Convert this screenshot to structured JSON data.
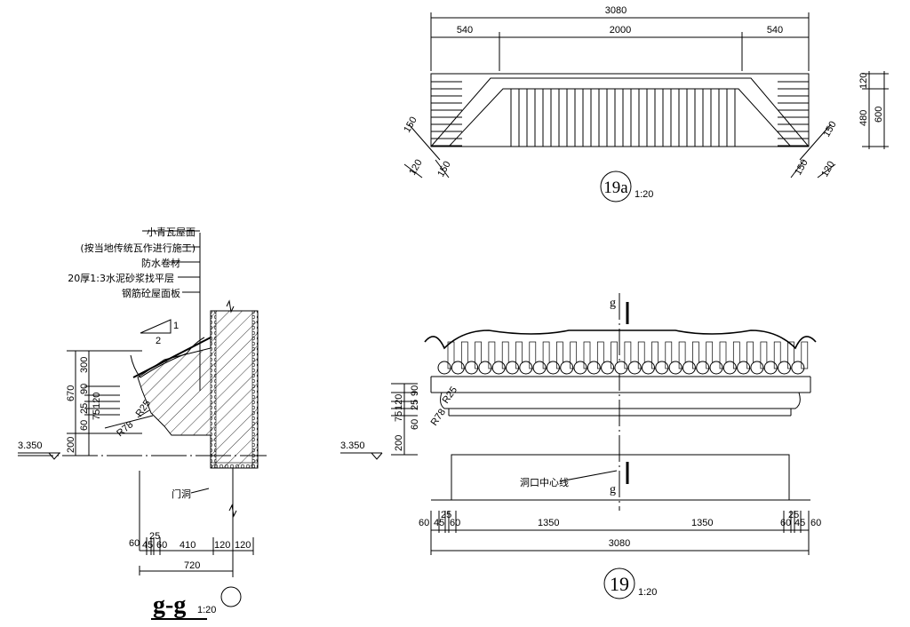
{
  "plan_19a": {
    "dims_top": {
      "overall": "3080",
      "left": "540",
      "middle": "2000",
      "right": "540"
    },
    "dims_right": {
      "top": "120",
      "middle": "480",
      "overall": "600"
    },
    "dims_corner": {
      "left_diag": "150",
      "left_small": "120",
      "left_bottom": "150",
      "right_diag": "150",
      "right_bottom": "150",
      "right_small": "120"
    },
    "label": "19a",
    "scale": "1:20"
  },
  "elevation_19": {
    "cut_mark": "g",
    "cut_mark_bottom": "g",
    "centerline_note": "洞口中心线",
    "radius_labels": [
      "R25",
      "R78"
    ],
    "dims_left": [
      "90",
      "120",
      "25",
      "75",
      "60",
      "200"
    ],
    "level": "3.350",
    "dims_bottom": [
      "60",
      "45",
      "25",
      "60",
      "1350",
      "1350",
      "60",
      "25",
      "45",
      "60"
    ],
    "overall": "3080",
    "label": "19",
    "scale": "1:20"
  },
  "section_gg": {
    "notes": [
      "小青瓦屋面",
      "(按当地传统瓦作进行施工)",
      "防水卷材",
      "20厚1:3水泥砂浆找平层",
      "钢筋砼屋面板"
    ],
    "slope": {
      "rise": "1",
      "run": "2"
    },
    "dims_left": {
      "overall": "670",
      "parts": [
        "300",
        "90",
        "25",
        "120",
        "75",
        "60"
      ],
      "base": "200"
    },
    "radius_labels": [
      "R25",
      "R78"
    ],
    "level": "3.350",
    "door_note": "门洞",
    "dims_bottom": [
      "60",
      "45",
      "25",
      "60",
      "410",
      "120",
      "120"
    ],
    "overall": "720",
    "title": "g-g",
    "scale": "1:20"
  }
}
